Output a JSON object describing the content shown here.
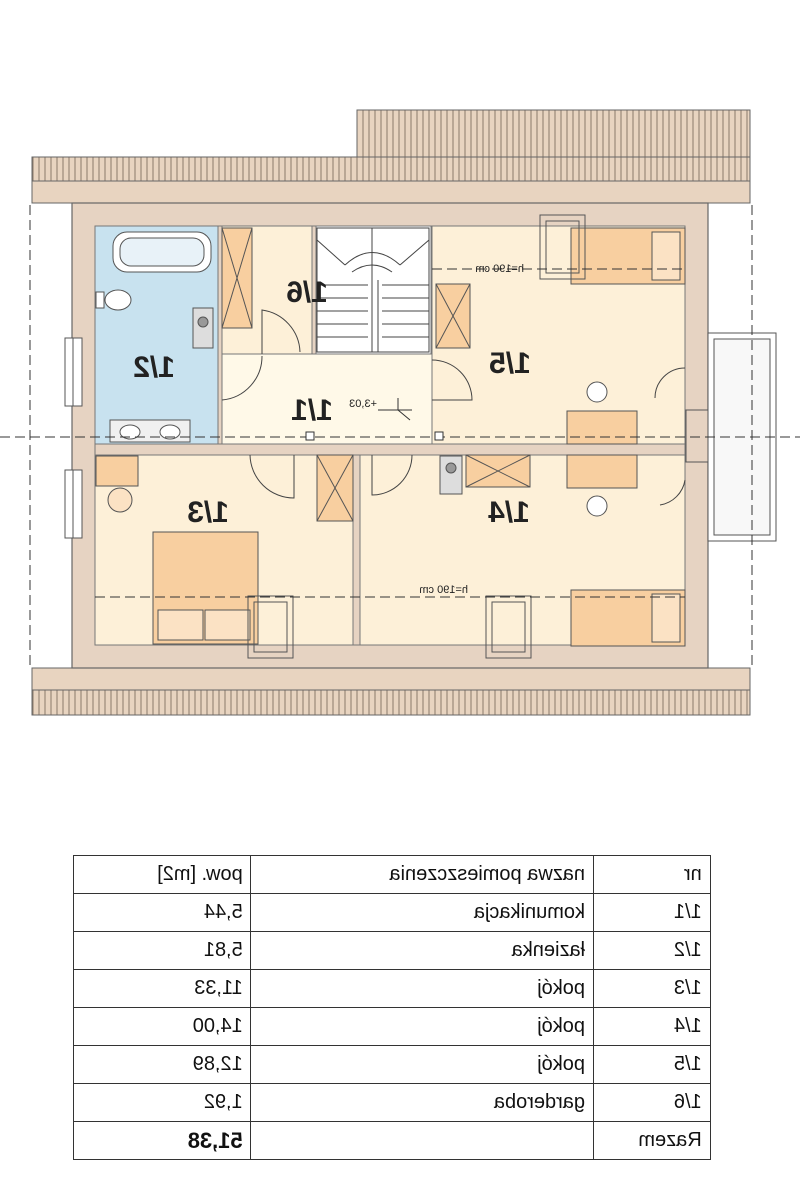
{
  "rooms": [
    {
      "nr": "1/1",
      "label": "1/1",
      "name": "komunikacja",
      "area": "5,44"
    },
    {
      "nr": "1/2",
      "label": "1/2",
      "name": "łazienka",
      "area": "5,81"
    },
    {
      "nr": "1/3",
      "label": "1/3",
      "name": "pokój",
      "area": "11,33"
    },
    {
      "nr": "1/4",
      "label": "1/4",
      "name": "pokój",
      "area": "14,00"
    },
    {
      "nr": "1/5",
      "label": "1/5",
      "name": "pokój",
      "area": "12,89"
    },
    {
      "nr": "1/6",
      "label": "1/6",
      "name": "garderoba",
      "area": "1,92"
    }
  ],
  "plan": {
    "level_mark": "+3,03",
    "height_note_top": "h=190 cm",
    "height_note_bottom": "h=190 cm",
    "colors": {
      "roof": "#e8d4c0",
      "wall": "#e6d3c2",
      "room_floor": "#fdf0d8",
      "bathroom_floor": "#c8e2ef",
      "hall_floor": "#fff9e8",
      "furniture": "#f8cfa0"
    }
  },
  "table": {
    "headers": {
      "area": "pow. [m2]",
      "name": "nazwa pomieszczenia",
      "nr": "nr"
    },
    "total_label": "Razem",
    "total_area": "51,38"
  }
}
